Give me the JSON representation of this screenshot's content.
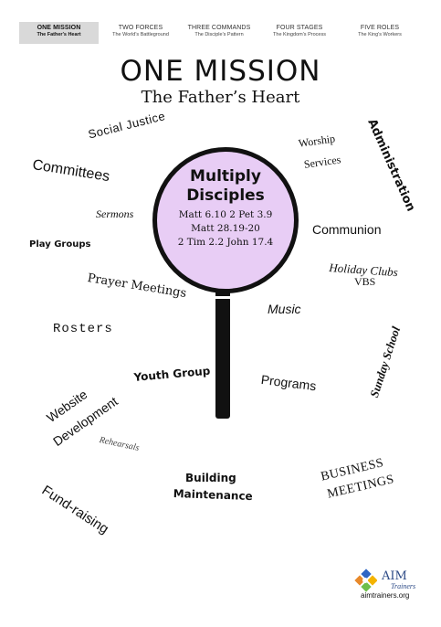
{
  "tabs": [
    {
      "title": "ONE MISSION",
      "subtitle": "The Father's Heart",
      "active": true
    },
    {
      "title": "TWO FORCES",
      "subtitle": "The World's Battleground",
      "active": false
    },
    {
      "title": "THREE COMMANDS",
      "subtitle": "The Disciple's Pattern",
      "active": false
    },
    {
      "title": "FOUR STAGES",
      "subtitle": "The Kingdom's Process",
      "active": false
    },
    {
      "title": "FIVE ROLES",
      "subtitle": "The King's Workers",
      "active": false
    }
  ],
  "heading": {
    "title": "ONE MISSION",
    "subtitle": "The Father’s Heart"
  },
  "lens": {
    "title_line1": "Multiply",
    "title_line2": "Disciples",
    "refs": [
      "Matt 6.10   2 Pet 3.9",
      "Matt 28.19-20",
      "2 Tim 2.2   John 17.4"
    ],
    "fill_color": "#e8cdf5"
  },
  "words": {
    "social_justice": "Social Justice",
    "committees": "Committees",
    "sermons": "Sermons",
    "play_groups": "Play Groups",
    "prayer_meetings": "Prayer Meetings",
    "rosters": "Rosters",
    "website_line1": "Website",
    "website_line2": "Development",
    "youth_group": "Youth Group",
    "rehearsals": "Rehearsals",
    "fundraising": "Fund-raising",
    "building_line1": "Building",
    "building_line2": "Maintenance",
    "worship_line1": "Worship",
    "worship_line2": "Services",
    "administration": "Administration",
    "communion": "Communion",
    "holiday_line1": "Holiday Clubs",
    "holiday_line2": "VBS",
    "music": "Music",
    "sunday_school": "Sunday School",
    "programs": "Programs",
    "business_line1": "BUSINESS",
    "business_line2": "MEETINGS"
  },
  "logo": {
    "name": "AIM",
    "sub": "Trainers",
    "website": "aimtrainers.org",
    "icon": "aim-pinwheel-logo"
  }
}
